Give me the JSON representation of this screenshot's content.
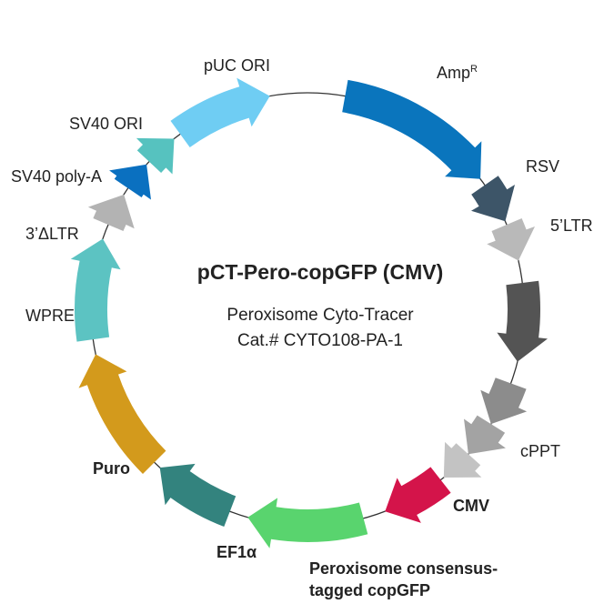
{
  "plasmid": {
    "name": "pCT-Pero-copGFP (CMV)",
    "description": "Peroxisome Cyto-Tracer",
    "catalog": "Cat.# CYTO108-PA-1"
  },
  "features": [
    {
      "id": "ampr",
      "label": "Amp",
      "sup": "R",
      "color": "#0a75bd",
      "start": 10,
      "end": 53,
      "bold": false
    },
    {
      "id": "rsv",
      "label": "RSV",
      "color": "#3d5568",
      "start": 55,
      "end": 66,
      "bold": false
    },
    {
      "id": "ltr5",
      "label": "5’LTR",
      "color": "#b9b9b9",
      "start": 67,
      "end": 77,
      "bold": false
    },
    {
      "id": "unlabeled1",
      "label": "",
      "color": "#545454",
      "start": 83,
      "end": 104,
      "bold": false
    },
    {
      "id": "unlabeled2",
      "label": "",
      "color": "#8c8c8c",
      "start": 110,
      "end": 122,
      "bold": false
    },
    {
      "id": "unlabeled3",
      "label": "",
      "color": "#a3a3a3",
      "start": 122,
      "end": 132,
      "bold": false
    },
    {
      "id": "cppt",
      "label": "cPPT",
      "color": "#c3c3c3",
      "start": 132,
      "end": 141,
      "bold": false
    },
    {
      "id": "cmv",
      "label": "CMV",
      "color": "#d4144a",
      "start": 142,
      "end": 159,
      "bold": false
    },
    {
      "id": "gfp",
      "label": "Peroxisome consensus-\ntagged copGFP",
      "color": "#59d46e",
      "start": 165,
      "end": 196,
      "bold": true
    },
    {
      "id": "ef1a",
      "label": "EF1α",
      "color": "#33837e",
      "start": 201,
      "end": 223,
      "bold": true
    },
    {
      "id": "puro",
      "label": "Puro",
      "color": "#d39a1c",
      "start": 225,
      "end": 258,
      "bold": true
    },
    {
      "id": "wpre",
      "label": "WPRE",
      "color": "#5cc3c2",
      "start": 262,
      "end": 289,
      "bold": false
    },
    {
      "id": "ltr3",
      "label": "3’ΔLTR",
      "color": "#b3b3b3",
      "start": 293,
      "end": 302,
      "bold": false
    },
    {
      "id": "sv40pa",
      "label": "SV40 poly-A",
      "color": "#0a70c0",
      "start": 304,
      "end": 312,
      "bold": false
    },
    {
      "id": "sv40ori",
      "label": "SV40 ORI",
      "color": "#56c2bf",
      "start": 313,
      "end": 322,
      "bold": false
    },
    {
      "id": "puc",
      "label": "pUC ORI",
      "color": "#6fcdf3",
      "start": 324,
      "end": 350,
      "bold": false
    }
  ],
  "colors": {
    "backbone": "#333333",
    "text": "#222222"
  }
}
